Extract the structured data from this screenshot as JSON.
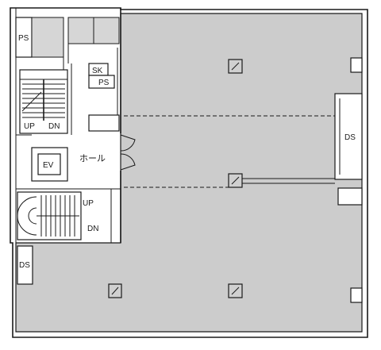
{
  "labels": {
    "ps_top": "PS",
    "sk": "SK",
    "ps_small": "PS",
    "stair_upper_up": "UP",
    "stair_upper_dn": "DN",
    "ev": "EV",
    "hall": "ホール",
    "stair_lower_up": "UP",
    "stair_lower_dn": "DN",
    "ds_right": "DS",
    "ds_left": "DS"
  },
  "colors": {
    "floor": "#cccccc",
    "line": "#1a1a1a",
    "paper": "#ffffff"
  }
}
